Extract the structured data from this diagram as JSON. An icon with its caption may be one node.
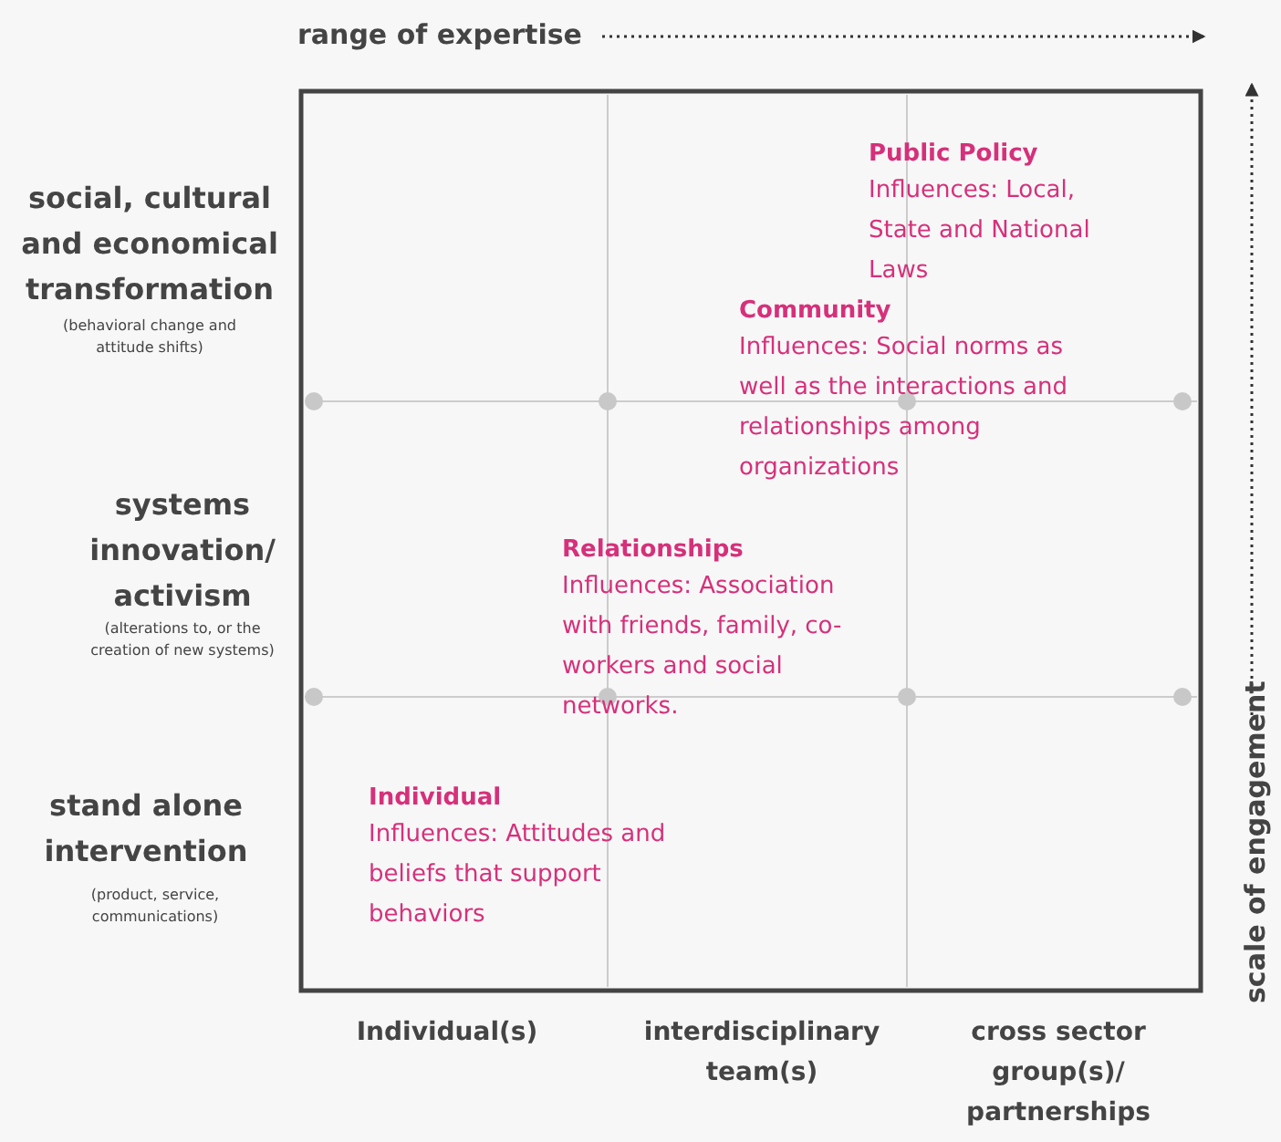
{
  "diagram": {
    "labels": [
      "range of expertise",
      "scale of engagement",
      "social, cultural and economical transformation",
      "(behavioral change and attitude shifts)",
      "systems innovation/ activism",
      "(alterations to, or the creation of new systems)",
      "stand alone intervention",
      "(product, service, communications)",
      "Public Policy",
      "Influences: Local, State and National Laws",
      "Community",
      "Influences: Social norms as well as the interactions and relationships among organizations",
      "Relationships",
      "Influences: Association with friends, family, co-workers and social networks.",
      "Individual",
      "Influences: Attitudes and beliefs that support behaviors",
      "Individual(s)",
      "interdisciplinary team(s)",
      "cross sector group(s)/ partnerships"
    ]
  }
}
